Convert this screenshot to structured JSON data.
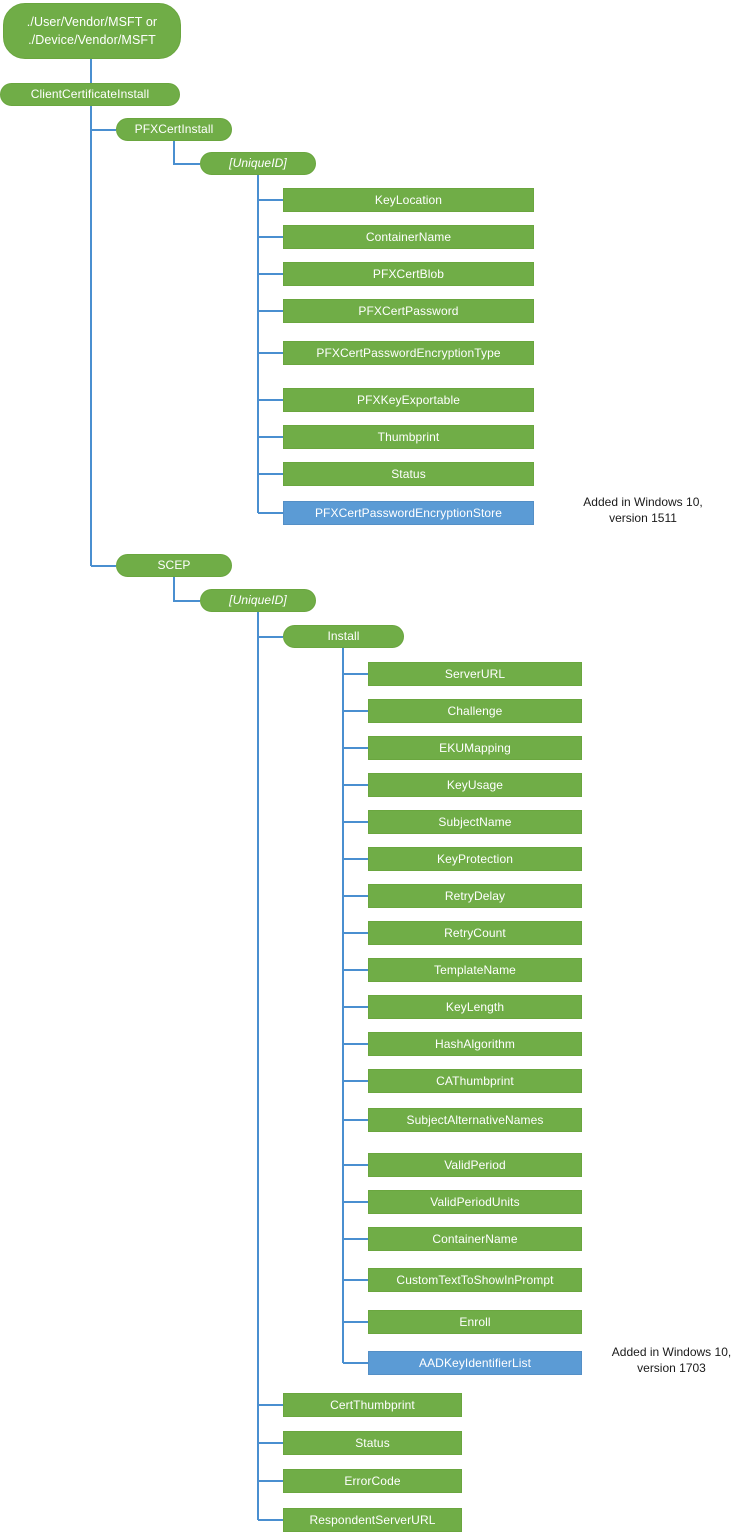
{
  "diagram": {
    "title": "ClientCertificateInstall CSP tree",
    "colors": {
      "node_green": "#70ad47",
      "node_blue": "#5b9bd5",
      "connector": "#4a8fd0",
      "text": "#ffffff",
      "note_text": "#1a1a1a",
      "background": "#ffffff"
    },
    "nodes": {
      "root": "./User/Vendor/MSFT or\n./Device/Vendor/MSFT",
      "client_certificate_install": "ClientCertificateInstall",
      "pfx_cert_install": "PFXCertInstall",
      "pfx_unique_id": "[UniqueID]",
      "scep": "SCEP",
      "scep_unique_id": "[UniqueID]",
      "install": "Install"
    },
    "pfx_children": [
      {
        "label": "KeyLocation",
        "color": "green"
      },
      {
        "label": "ContainerName",
        "color": "green"
      },
      {
        "label": "PFXCertBlob",
        "color": "green"
      },
      {
        "label": "PFXCertPassword",
        "color": "green"
      },
      {
        "label": "PFXCertPasswordEncryptionType",
        "color": "green"
      },
      {
        "label": "PFXKeyExportable",
        "color": "green"
      },
      {
        "label": "Thumbprint",
        "color": "green"
      },
      {
        "label": "Status",
        "color": "green"
      },
      {
        "label": "PFXCertPasswordEncryptionStore",
        "color": "blue"
      }
    ],
    "scep_install_children": [
      {
        "label": "ServerURL",
        "color": "green"
      },
      {
        "label": "Challenge",
        "color": "green"
      },
      {
        "label": "EKUMapping",
        "color": "green"
      },
      {
        "label": "KeyUsage",
        "color": "green"
      },
      {
        "label": "SubjectName",
        "color": "green"
      },
      {
        "label": "KeyProtection",
        "color": "green"
      },
      {
        "label": "RetryDelay",
        "color": "green"
      },
      {
        "label": "RetryCount",
        "color": "green"
      },
      {
        "label": "TemplateName",
        "color": "green"
      },
      {
        "label": "KeyLength",
        "color": "green"
      },
      {
        "label": "HashAlgorithm",
        "color": "green"
      },
      {
        "label": "CAThumbprint",
        "color": "green"
      },
      {
        "label": "SubjectAlternativeNames",
        "color": "green"
      },
      {
        "label": "ValidPeriod",
        "color": "green"
      },
      {
        "label": "ValidPeriodUnits",
        "color": "green"
      },
      {
        "label": "ContainerName",
        "color": "green"
      },
      {
        "label": "CustomTextToShowInPrompt",
        "color": "green"
      },
      {
        "label": "Enroll",
        "color": "green"
      },
      {
        "label": "AADKeyIdentifierList",
        "color": "blue"
      }
    ],
    "scep_unique_id_children": [
      {
        "label": "CertThumbprint",
        "color": "green"
      },
      {
        "label": "Status",
        "color": "green"
      },
      {
        "label": "ErrorCode",
        "color": "green"
      },
      {
        "label": "RespondentServerURL",
        "color": "green"
      }
    ],
    "annotations": {
      "pfx_note": "Added in Windows 10,\nversion 1511",
      "scep_note": "Added in Windows 10,\nversion 1703"
    }
  }
}
